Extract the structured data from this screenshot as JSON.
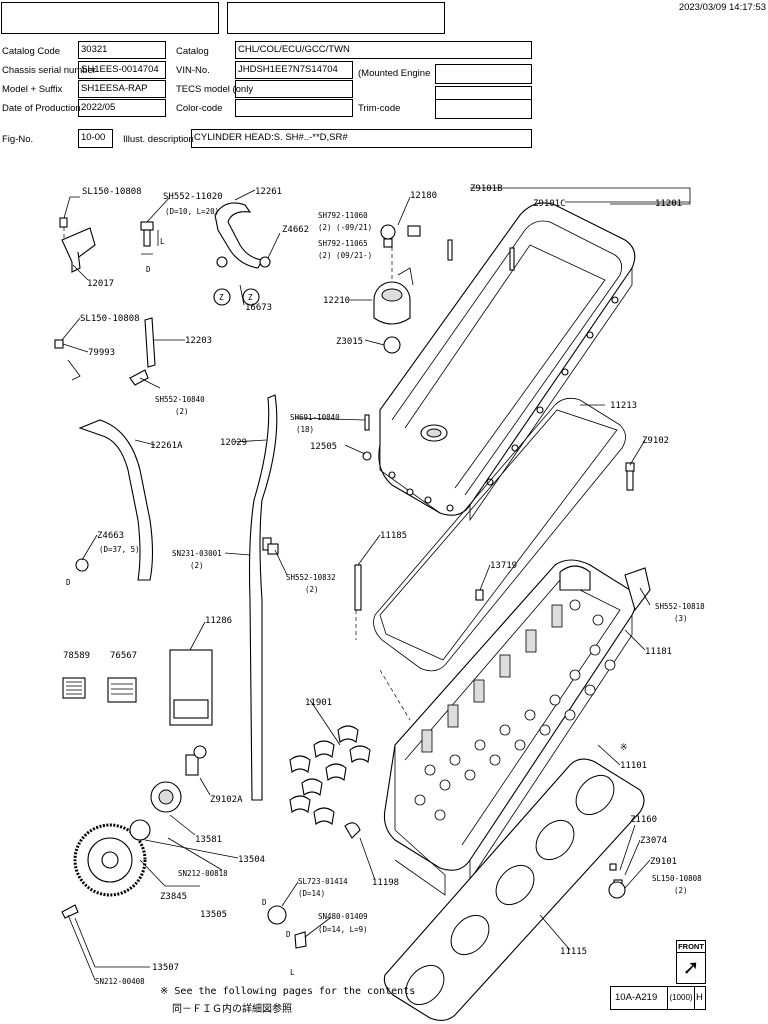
{
  "header": {
    "timestamp": "2023/03/09 14:17:53",
    "catalog_code_label": "Catalog Code",
    "catalog_code": "30321",
    "catalog_label": "Catalog",
    "catalog": "CHL/COL/ECU/GCC/TWN",
    "chassis_label": "Chassis serial number",
    "chassis": "SH1EES-0014704",
    "vin_label": "VIN-No.",
    "vin": "JHDSH1EE7N7S14704",
    "mounted_engine_label": "(Mounted Engine",
    "mounted_engine": "",
    "model_label": "Model + Suffix",
    "model": "SH1EESA-RAP",
    "tecs_label": "TECS model (only",
    "tecs": "",
    "date_label": "Date of Production",
    "date": "2022/05",
    "color_label": "Color-code",
    "color": "",
    "trim_label": "Trim-code",
    "trim": "",
    "fig_label": "Fig-No.",
    "fig": "10-00",
    "illust_label": "Illust. description",
    "illust": "CYLINDER HEAD:S. SH#..-**D,SR#"
  },
  "parts": {
    "p_sl150_10808_a": "SL150-10808",
    "p_sh552_11020": "SH552-11020",
    "p_sh552_11020_dim": "(D=10, L=20)",
    "p_12261": "12261",
    "p_z4662": "Z4662",
    "p_12017": "12017",
    "p_16673": "16673",
    "p_z_a": "Z",
    "p_z_b": "Z",
    "p_sh792_11060": "SH792-11060",
    "p_sh792_11060_note": "(2) (-09/21)",
    "p_sh792_11065": "SH792-11065",
    "p_sh792_11065_note": "(2) (09/21-)",
    "p_12180": "12180",
    "p_z9101b": "Z9101B",
    "p_z9101c": "Z9101C",
    "p_11201": "11201",
    "p_12210": "12210",
    "p_z3015": "Z3015",
    "p_sl150_10808_b": "SL150-10808",
    "p_79993": "79993",
    "p_12203": "12203",
    "p_sh552_10840": "SH552-10840",
    "p_sh552_10840_q": "(2)",
    "p_sh691_10840": "SH691-10840",
    "p_sh691_10840_q": "(18)",
    "p_12505": "12505",
    "p_11213": "11213",
    "p_12261a": "12261A",
    "p_12029": "12029",
    "p_z9102": "Z9102",
    "p_z4663": "Z4663",
    "p_z4663_dim": "(D=37, 5)",
    "p_sn231_03001": "SN231-03001",
    "p_sn231_03001_q": "(2)",
    "p_11185": "11185",
    "p_13719": "13719",
    "p_sh552_10832": "SH552-10832",
    "p_sh552_10832_q": "(2)",
    "p_sh552_10818": "SH552-10818",
    "p_sh552_10818_q": "(3)",
    "p_11286": "11286",
    "p_11181": "11181",
    "p_78589": "78589",
    "p_76567": "76567",
    "p_11901": "11901",
    "p_z9102a": "Z9102A",
    "p_star": "※",
    "p_11101": "11101",
    "p_13581": "13581",
    "p_13504": "13504",
    "p_sn212_00818": "SN212-00818",
    "p_z1160": "Z1160",
    "p_z3074": "Z3074",
    "p_z9101": "Z9101",
    "p_sl150_10808_c": "SL150-10808",
    "p_sl150_10808_c_q": "(2)",
    "p_sl723_01414": "SL723-01414",
    "p_sl723_01414_dim": "(D=14)",
    "p_11198": "11198",
    "p_z3845": "Z3845",
    "p_13505": "13505",
    "p_sn480_01409": "SN480-01409",
    "p_sn480_01409_dim": "(D=14, L=9)",
    "p_11115": "11115",
    "p_13507": "13507",
    "p_sn212_00408": "SN212-00408",
    "p_d1": "D",
    "p_d2": "D",
    "p_d3": "D",
    "p_d4": "D",
    "p_l1": "L",
    "p_l2": "L"
  },
  "footer": {
    "note_line1": "※ See the following pages for the contents",
    "note_line2": "同－ＦＩＧ内の詳細図参照",
    "front_label": "FRONT",
    "ref_code": "10A-A219",
    "ref_scale": "(1000)",
    "ref_rev": "H"
  }
}
